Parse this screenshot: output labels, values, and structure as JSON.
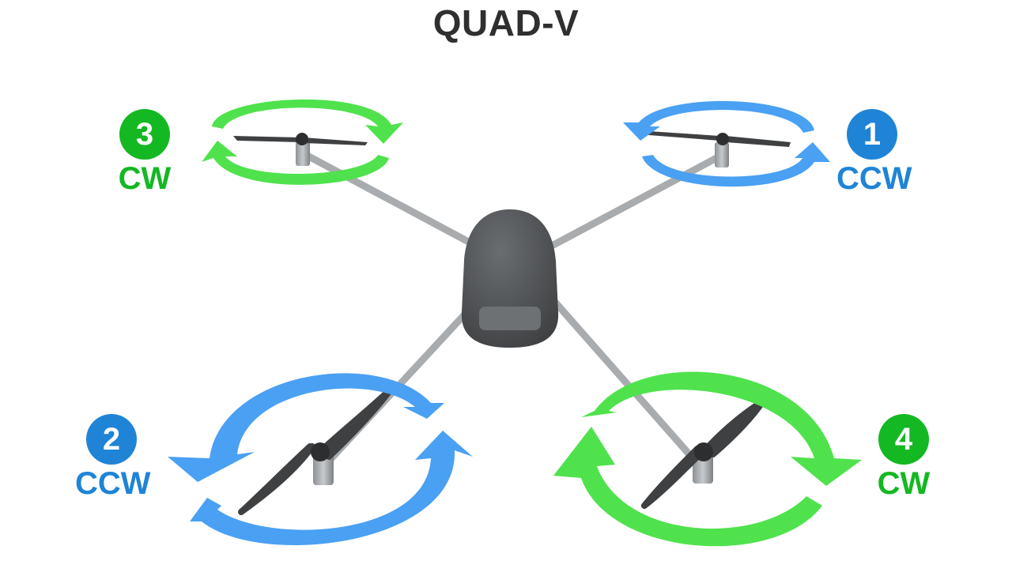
{
  "title": "QUAD-V",
  "colors": {
    "cw": "#14b822",
    "ccw": "#1f84d6",
    "cw_ring": "#4fe24d",
    "ccw_ring": "#4aa0f2",
    "body": "#4b4d4f",
    "arm": "#b9bcbf",
    "propeller": "#3e4042"
  },
  "motors": [
    {
      "number": "1",
      "direction": "CCW",
      "color_key": "ccw"
    },
    {
      "number": "2",
      "direction": "CCW",
      "color_key": "ccw"
    },
    {
      "number": "3",
      "direction": "CW",
      "color_key": "cw"
    },
    {
      "number": "4",
      "direction": "CW",
      "color_key": "cw"
    }
  ]
}
